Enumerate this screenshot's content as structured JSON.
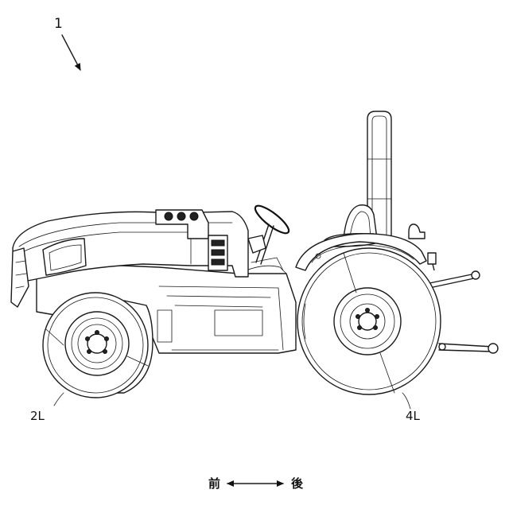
{
  "labels": {
    "figure_ref": "1",
    "front_wheel": "2L",
    "rear_wheel": "4L"
  },
  "direction": {
    "front": "前",
    "rear": "後"
  }
}
